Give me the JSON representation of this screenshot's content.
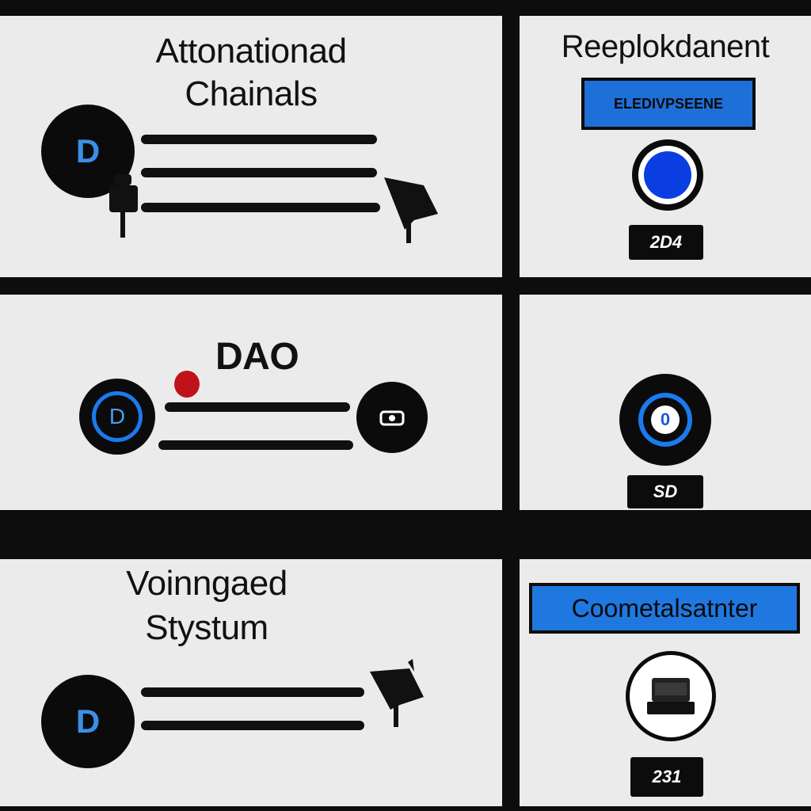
{
  "panels": {
    "top_left": {
      "title_line1": "Attonationad",
      "title_line2": "Chainals",
      "avatar_letter": "D"
    },
    "top_right": {
      "title": "Reeplokdanent",
      "banner_text": "ELEDIVPSEENE",
      "badge_text": "2D4"
    },
    "mid_left": {
      "title": "DAO",
      "avatar_letter": "D"
    },
    "mid_right": {
      "avatar_letter": "0",
      "badge_text": "SD"
    },
    "bottom_left": {
      "title_line1": "Voinngaed",
      "title_line2": "Stystum",
      "avatar_letter": "D"
    },
    "bottom_right": {
      "banner_text": "Coometalsatnter",
      "badge_text": "231"
    }
  },
  "colors": {
    "panel_bg": "#ebebeb",
    "frame": "#0d0d0d",
    "accent_blue": "#1f6fd8",
    "letter_blue": "#3b8fe6",
    "red_dot": "#c0121a"
  }
}
